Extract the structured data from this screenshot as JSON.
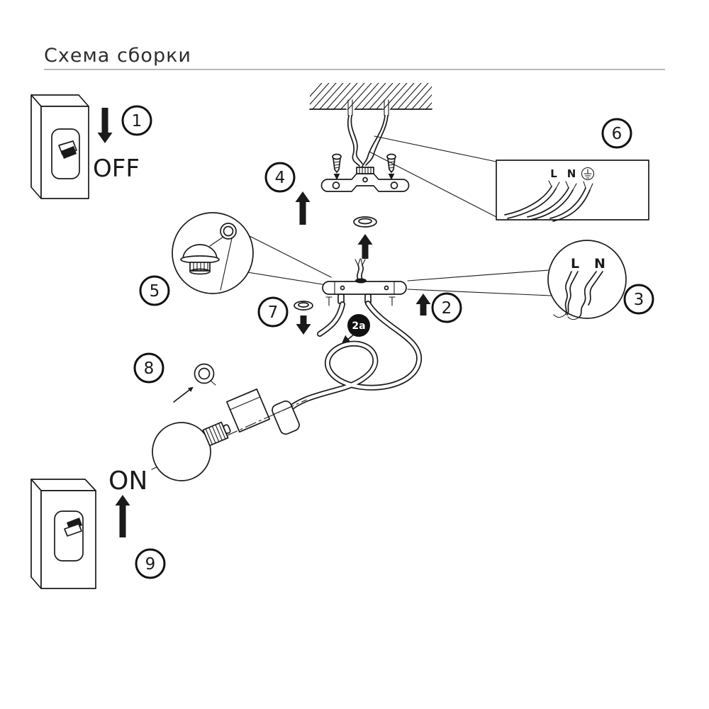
{
  "page": {
    "title": "Схема сборки"
  },
  "labels": {
    "power_off": "OFF",
    "power_on": "ON",
    "step2a": "2a",
    "terminal_live": "L",
    "terminal_neutral": "N"
  },
  "steps": {
    "step1": "1",
    "step2": "2",
    "step3": "3",
    "step4": "4",
    "step5": "5",
    "step6": "6",
    "step7": "7",
    "step8": "8",
    "step9": "9"
  },
  "colors": {
    "ink": "#1a1a1a"
  }
}
